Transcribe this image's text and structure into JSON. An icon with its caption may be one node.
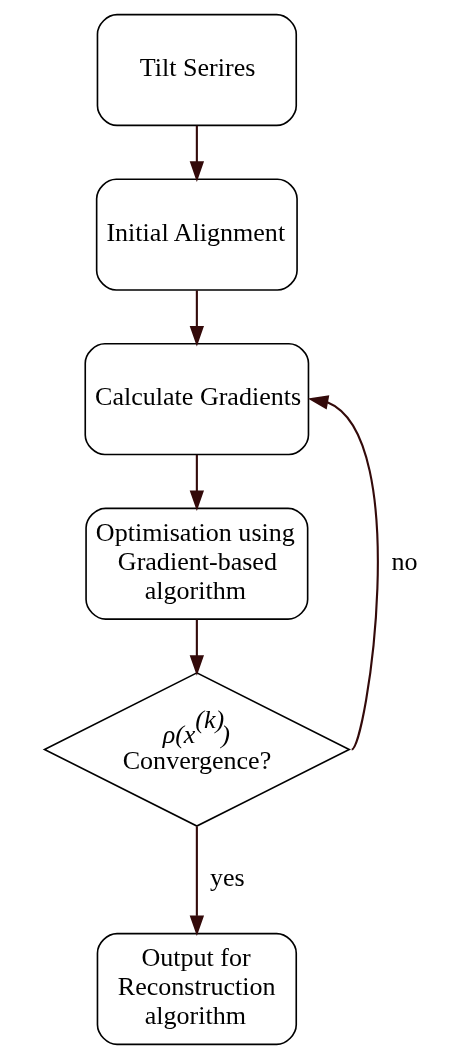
{
  "diagram": {
    "nodes": [
      {
        "text": [
          "Tilt Serires"
        ]
      },
      {
        "text": [
          "Initial Alignment"
        ]
      },
      {
        "text": [
          "Calculate Gradients"
        ]
      },
      {
        "text": [
          "Optimisation using Gradient-based algorithm"
        ]
      },
      {
        "text": [
          "*ρ(x$^{(k)}$)*",
          "Convergence?"
        ]
      },
      {
        "text": [
          "Output for Reconstruction algorithm"
        ]
      }
    ],
    "edges": [
      {
        "from": 0,
        "to": 1,
        "arrow": "to"
      },
      {
        "from": 1,
        "to": 2,
        "arrow": "to"
      },
      {
        "from": 2,
        "to": 3,
        "arrow": "to"
      },
      {
        "from": 3,
        "to": 4,
        "arrow": "to"
      },
      {
        "from": 4,
        "to": 2,
        "arrow": "to",
        "label": "no"
      },
      {
        "from": 4,
        "to": 5,
        "arrow": "to",
        "label": "yes"
      }
    ]
  }
}
